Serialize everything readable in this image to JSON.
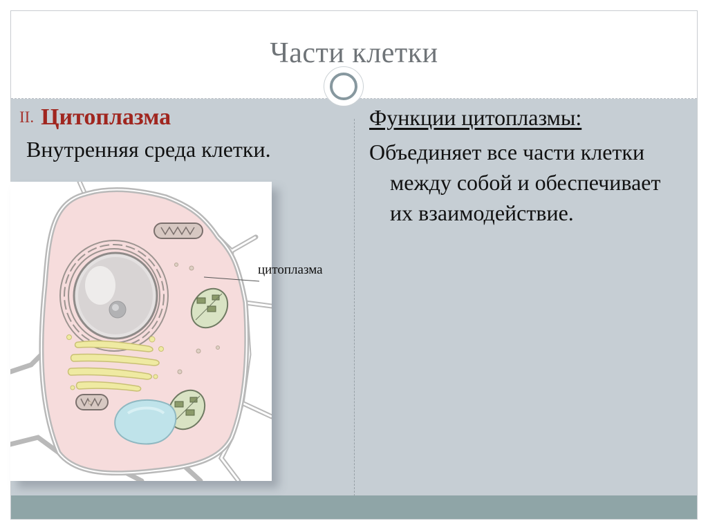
{
  "slide": {
    "title": "Части клетки",
    "left": {
      "section_number": "II.",
      "section_title": "Цитоплазма",
      "description": "Внутренняя среда клетки."
    },
    "right": {
      "functions_heading": "Функции цитоплазмы:",
      "functions_text": "Объединяет все части клетки между собой и обеспечивает их взаимодействие."
    },
    "figure": {
      "callout_label": "цитоплазма"
    }
  },
  "colors": {
    "accent_red": "#a0261f",
    "background_gray_blue": "#c6ced4",
    "bottom_bar": "#8fa5a7",
    "cell_cytoplasm_pink": "#f6dcdc",
    "vacuole_blue": "#bfe3ea",
    "golgi_yellow": "#efeaa2"
  },
  "icons": {
    "divider": "circle-ring-icon"
  }
}
